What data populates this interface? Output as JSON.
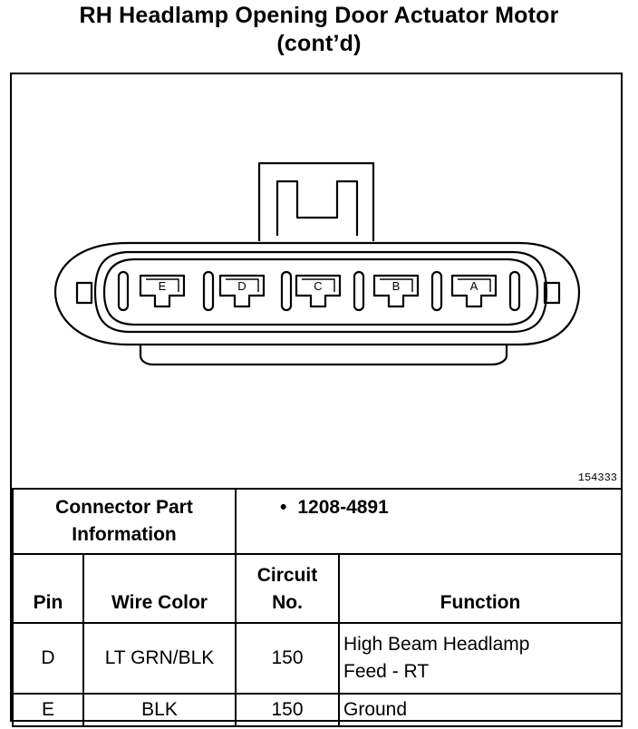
{
  "title": {
    "line1": "RH Headlamp Opening Door Actuator Motor",
    "line2": "(cont’d)"
  },
  "diagram": {
    "figure_number": "154333",
    "pins": [
      "E",
      "D",
      "C",
      "B",
      "A"
    ]
  },
  "connector_part": {
    "label_line1": "Connector Part",
    "label_line2": "Information",
    "bullet": "•",
    "value": "1208-4891"
  },
  "table": {
    "headers": {
      "pin": "Pin",
      "wire_color": "Wire Color",
      "circuit_line1": "Circuit",
      "circuit_line2": "No.",
      "function": "Function"
    },
    "rows": [
      {
        "pin": "D",
        "wire_color": "LT GRN/BLK",
        "circuit": "150",
        "function_line1": "High Beam Headlamp",
        "function_line2": "Feed - RT"
      },
      {
        "pin": "E",
        "wire_color": "BLK",
        "circuit": "150",
        "function_line1": "Ground",
        "function_line2": ""
      }
    ]
  }
}
